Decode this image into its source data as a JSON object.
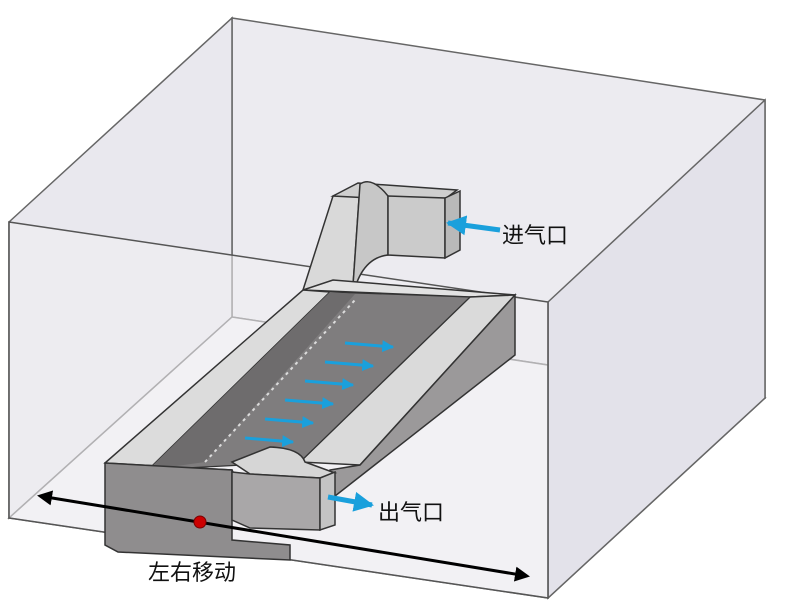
{
  "labels": {
    "inlet": "进气口",
    "outlet": "出气口",
    "movement": "左右移动"
  },
  "colors": {
    "flow_arrow": "#1aa0dc",
    "marker_dot": "#cc0000",
    "motion_arrow": "#000000",
    "box_face": "#e6e6ea",
    "device_dark": "#8f8d8e",
    "device_light": "#d7d7d7"
  },
  "flow_arrow_count": 6
}
